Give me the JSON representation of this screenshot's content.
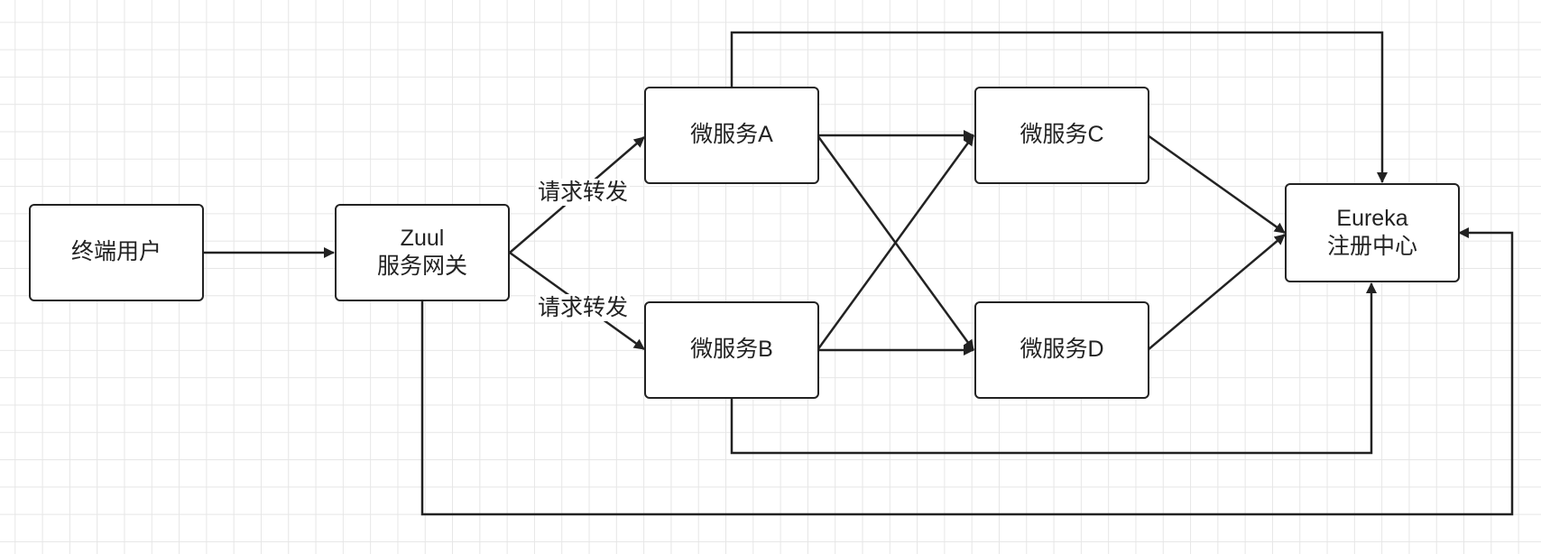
{
  "nodes": {
    "user": {
      "label": "终端用户"
    },
    "gateway": {
      "line1": "Zuul",
      "line2": "服务网关"
    },
    "svc_a": {
      "label": "微服务A"
    },
    "svc_b": {
      "label": "微服务B"
    },
    "svc_c": {
      "label": "微服务C"
    },
    "svc_d": {
      "label": "微服务D"
    },
    "eureka": {
      "line1": "Eureka",
      "line2": "注册中心"
    }
  },
  "edge_labels": {
    "forward_top": "请求转发",
    "forward_bottom": "请求转发"
  },
  "colors": {
    "stroke": "#222222",
    "grid": "#e6e6e6",
    "background": "#ffffff"
  }
}
